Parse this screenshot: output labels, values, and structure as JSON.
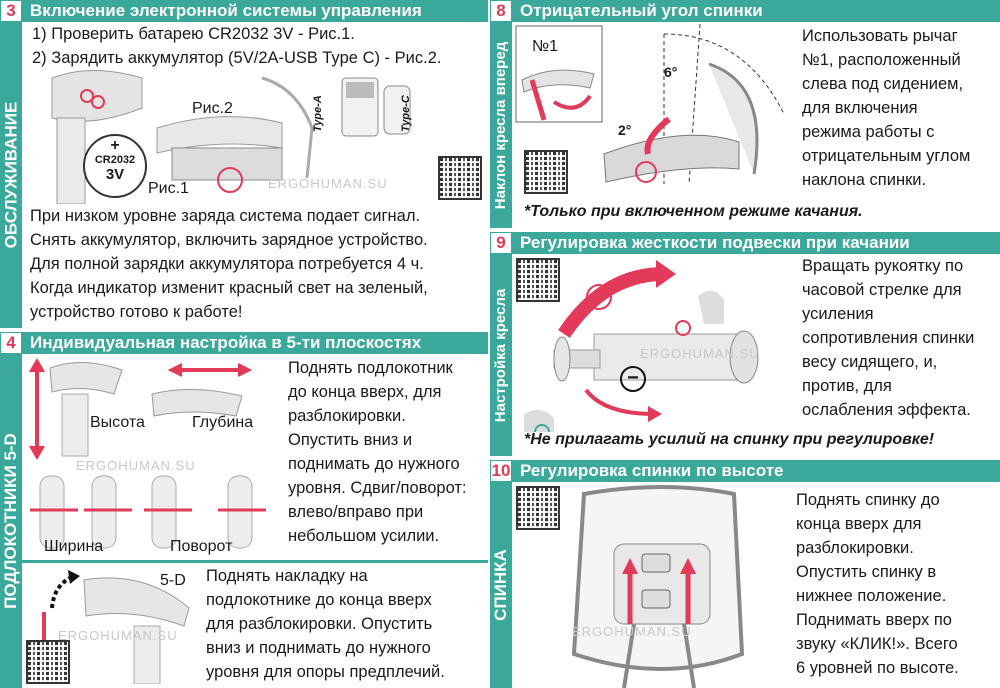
{
  "s3": {
    "num": "3",
    "title": "Включение электронной системы управления",
    "vertical": "ОБСЛУЖИВАНИЕ",
    "line1": "1) Проверить батарею CR2032 3V - Рис.1.",
    "line2": "2) Зарядить аккумулятор (5V/2A-USB Type C) - Рис.2.",
    "battery_plus": "+",
    "battery_model": "CR2032",
    "battery_voltage": "3V",
    "fig1": "Рис.1",
    "fig2": "Рис.2",
    "type_a": "Type-A",
    "type_c": "Type-C",
    "watermark": "ERGOHUMAN.SU",
    "body": [
      "При низком уровне заряда система подает сигнал.",
      "Снять аккумулятор, включить зарядное устройство.",
      "Для полной зарядки аккумулятора потребуется 4 ч.",
      "Когда индикатор изменит красный свет на зеленый,",
      "устройство готово к работе!"
    ]
  },
  "s4": {
    "num": "4",
    "title": "Индивидуальная настройка в 5-ти плоскостях",
    "vertical": "ПОДЛОКОТНИКИ 5-D",
    "height": "Высота",
    "depth": "Глубина",
    "width": "Ширина",
    "rotate": "Поворот",
    "five_d": "5-D",
    "watermark": "ERGOHUMAN.SU",
    "body": [
      "Поднять подлокотник",
      "до конца вверх, для",
      "разблокировки.",
      "Опустить вниз и",
      "поднимать до нужного",
      "уровня. Сдвиг/поворот:",
      "влево/вправо при",
      "небольшом усилии."
    ],
    "body2": [
      "Поднять накладку на",
      "подлокотнике до конца вверх",
      "для разблокировки. Опустить",
      "вниз и поднимать до нужного",
      "уровня для опоры предплечий."
    ]
  },
  "s8": {
    "num": "8",
    "title": "Отрицательный угол спинки",
    "vertical": "Наклон кресла вперед",
    "lever": "№1",
    "angle6": "6°",
    "angle2": "2°",
    "body": [
      "Использовать рычаг",
      "№1, расположенный",
      "слева под сидением,",
      "для включения",
      "режима работы с",
      "отрицательным углом",
      "наклона спинки."
    ],
    "note": "*Только при включенном режиме качания."
  },
  "s9": {
    "num": "9",
    "title": "Регулировка жесткости подвески при качании",
    "vertical": "Настройка кресла",
    "plus": "+",
    "minus": "−",
    "watermark": "ERGOHUMAN.SU",
    "body": [
      "Вращать рукоятку по",
      "часовой стрелке для",
      "усиления",
      "сопротивления спинки",
      "весу сидящего, и,",
      "против, для",
      "ослабления эффекта."
    ],
    "note": "*Не прилагать усилий на спинку при регулировке!"
  },
  "s10": {
    "num": "10",
    "title": "Регулировка спинки по высоте",
    "vertical": "СПИНКА",
    "watermark": "ERGOHUMAN.SU",
    "body": [
      "Поднять спинку до",
      "конца вверх для",
      "разблокировки.",
      "Опустить спинку в",
      "нижнее положение.",
      "Поднимать вверх по",
      "звуку «КЛИК!». Всего",
      "6 уровней по высоте."
    ]
  },
  "colors": {
    "accent": "#3aa89a",
    "highlight": "#e33a5a"
  }
}
